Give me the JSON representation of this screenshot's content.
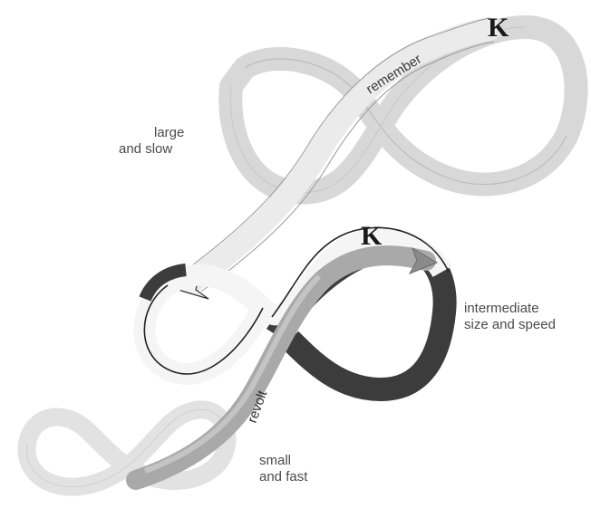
{
  "labels": {
    "large_slow_line1": "large",
    "large_slow_line2": "and  slow",
    "intermediate_line1": "intermediate",
    "intermediate_line2": "size and speed",
    "small_fast_line1": "small",
    "small_fast_line2": "and fast",
    "remember": "remember",
    "revolt": "revolt",
    "k_large": "K",
    "k_intermediate": "K"
  },
  "colors": {
    "large_loop": "#dcdcdc",
    "large_loop_edge": "#bdbdbd",
    "intermediate_dark": "#3a3a3a",
    "intermediate_light": "#f6f6f6",
    "small_loop": "#e6e6e6",
    "remember_band": "#ebebeb",
    "revolt_band": "#a8a8a8"
  }
}
